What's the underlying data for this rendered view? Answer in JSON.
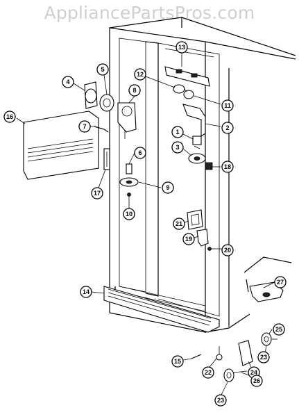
{
  "watermark": "AppliancePartsPros.com",
  "callouts": [
    {
      "id": "c1",
      "label": "1"
    },
    {
      "id": "c2",
      "label": "2"
    },
    {
      "id": "c3",
      "label": "3"
    },
    {
      "id": "c4",
      "label": "4"
    },
    {
      "id": "c5",
      "label": "5"
    },
    {
      "id": "c6",
      "label": "6"
    },
    {
      "id": "c7",
      "label": "7"
    },
    {
      "id": "c8",
      "label": "8"
    },
    {
      "id": "c9",
      "label": "9"
    },
    {
      "id": "c10",
      "label": "10"
    },
    {
      "id": "c11",
      "label": "11"
    },
    {
      "id": "c12",
      "label": "12"
    },
    {
      "id": "c13",
      "label": "13"
    },
    {
      "id": "c14",
      "label": "14"
    },
    {
      "id": "c15",
      "label": "15"
    },
    {
      "id": "c16",
      "label": "16"
    },
    {
      "id": "c17",
      "label": "17"
    },
    {
      "id": "c18",
      "label": "18"
    },
    {
      "id": "c19",
      "label": "19"
    },
    {
      "id": "c20",
      "label": "20"
    },
    {
      "id": "c21",
      "label": "21"
    },
    {
      "id": "c22",
      "label": "22"
    },
    {
      "id": "c23a",
      "label": "23"
    },
    {
      "id": "c23b",
      "label": "23"
    },
    {
      "id": "c24",
      "label": "24"
    },
    {
      "id": "c25",
      "label": "25"
    },
    {
      "id": "c26",
      "label": "26"
    },
    {
      "id": "c27",
      "label": "27"
    }
  ]
}
